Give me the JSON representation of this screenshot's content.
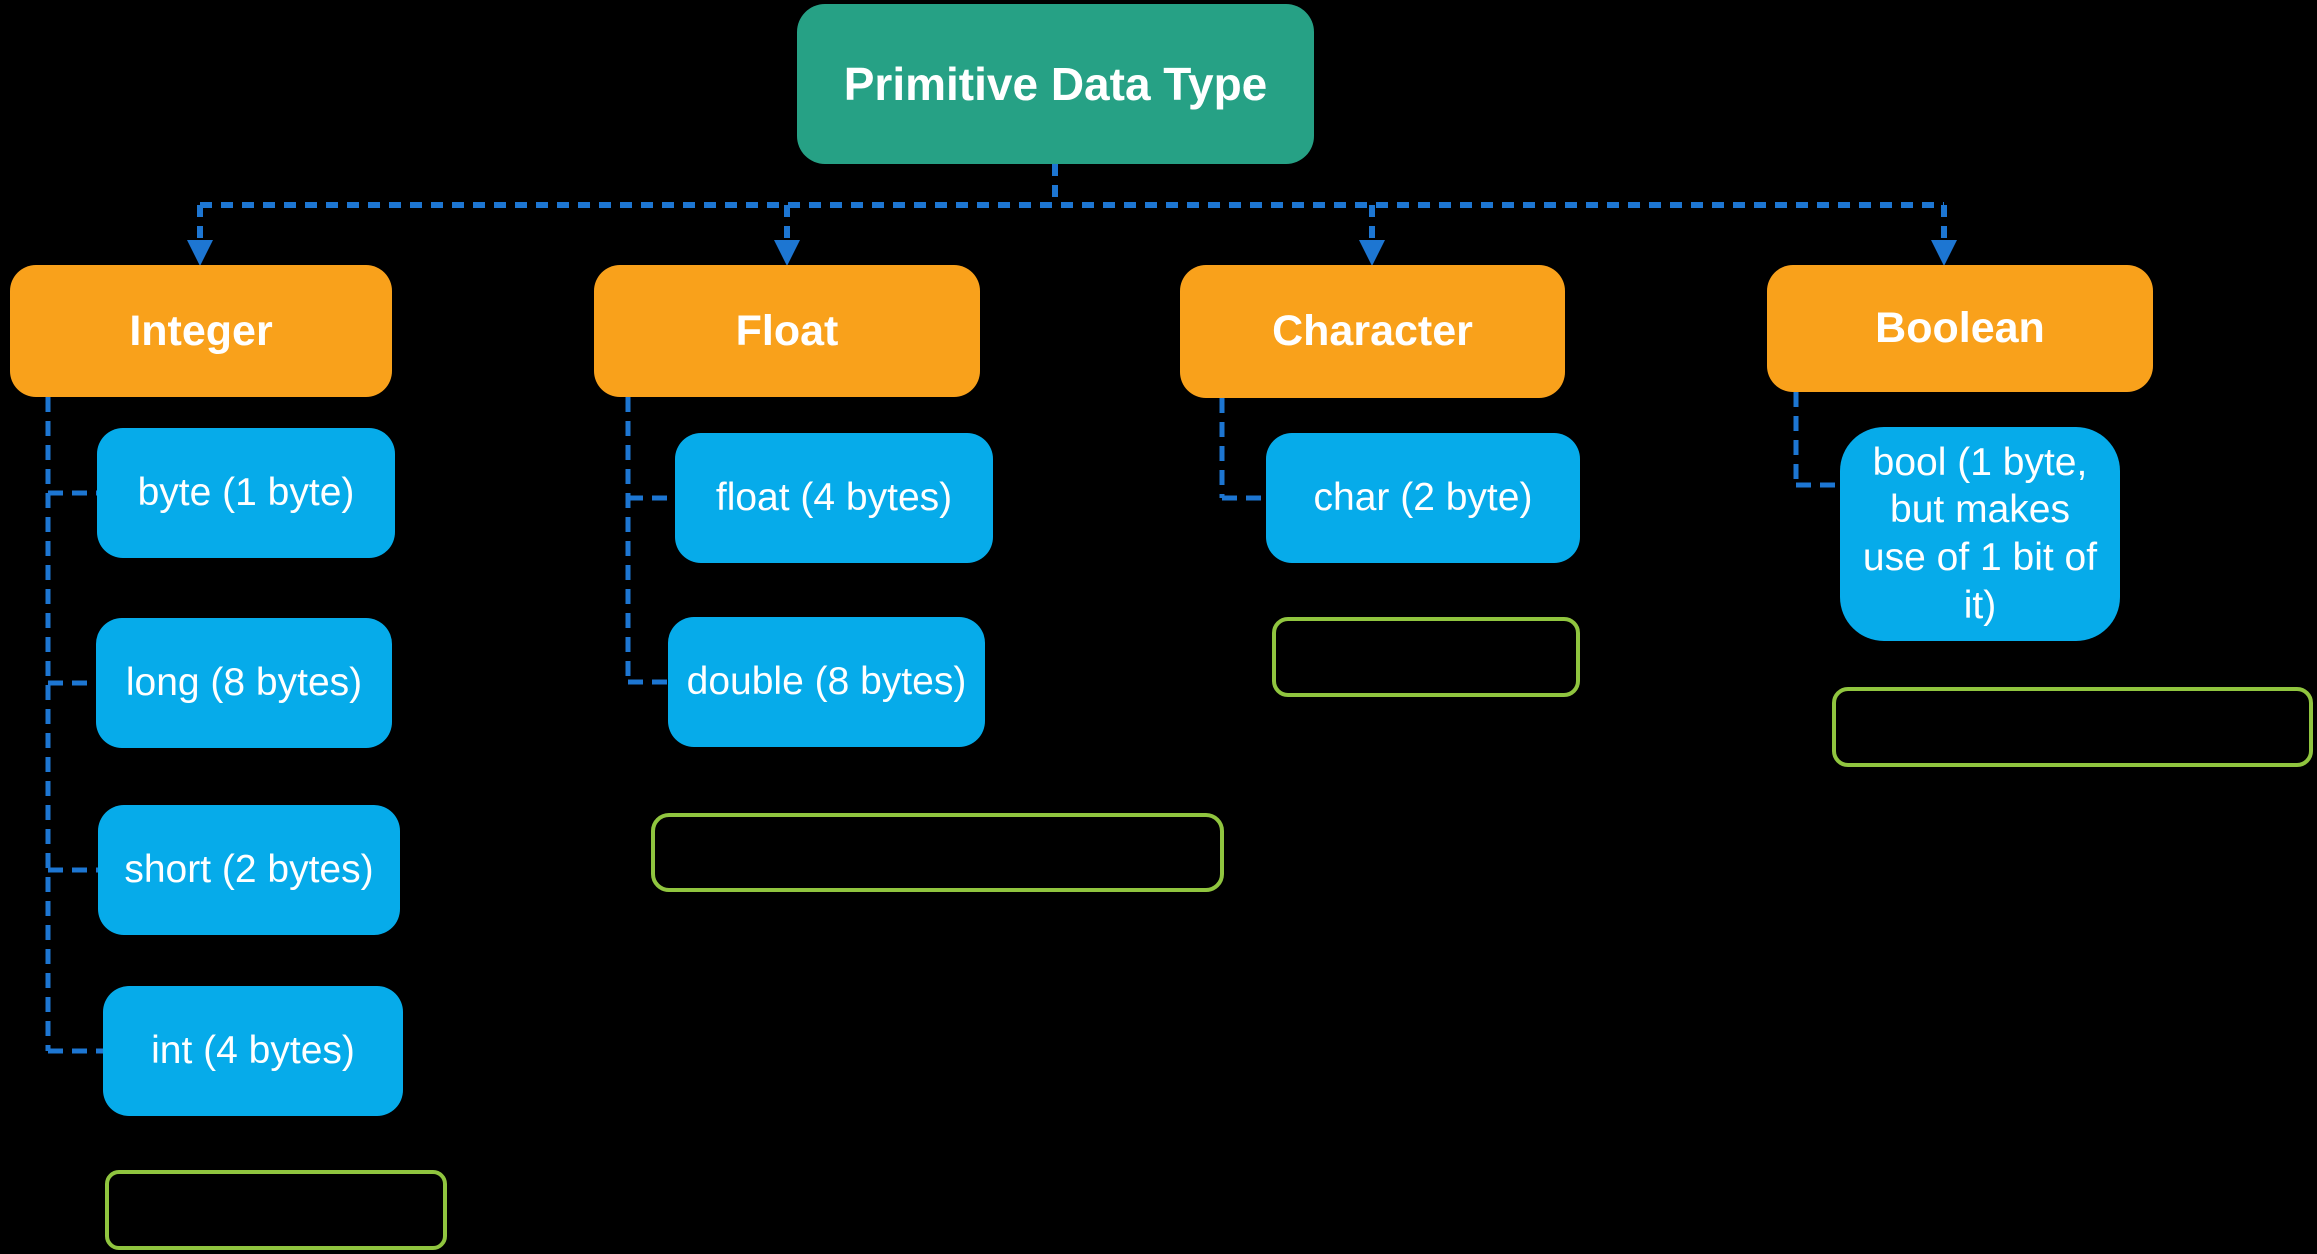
{
  "diagram": {
    "root": {
      "label": "Primitive Data Type"
    },
    "categories": [
      {
        "label": "Integer",
        "children": [
          "byte (1 byte)",
          "long (8 bytes)",
          "short (2 bytes)",
          "int (4 bytes)"
        ]
      },
      {
        "label": "Float",
        "children": [
          "float (4 bytes)",
          "double (8 bytes)"
        ]
      },
      {
        "label": "Character",
        "children": [
          "char (2 byte)"
        ]
      },
      {
        "label": "Boolean",
        "children": [
          "bool (1 byte, but makes use of 1 bit of it)"
        ]
      }
    ],
    "empty_placeholder_boxes": 4,
    "colors": {
      "background": "#000000",
      "root_fill": "#26A185",
      "category_fill": "#F9A11B",
      "leaf_fill": "#06ABEA",
      "connector": "#1D76D2",
      "empty_box_border": "#90C53F",
      "text": "#FFFFFF"
    }
  }
}
